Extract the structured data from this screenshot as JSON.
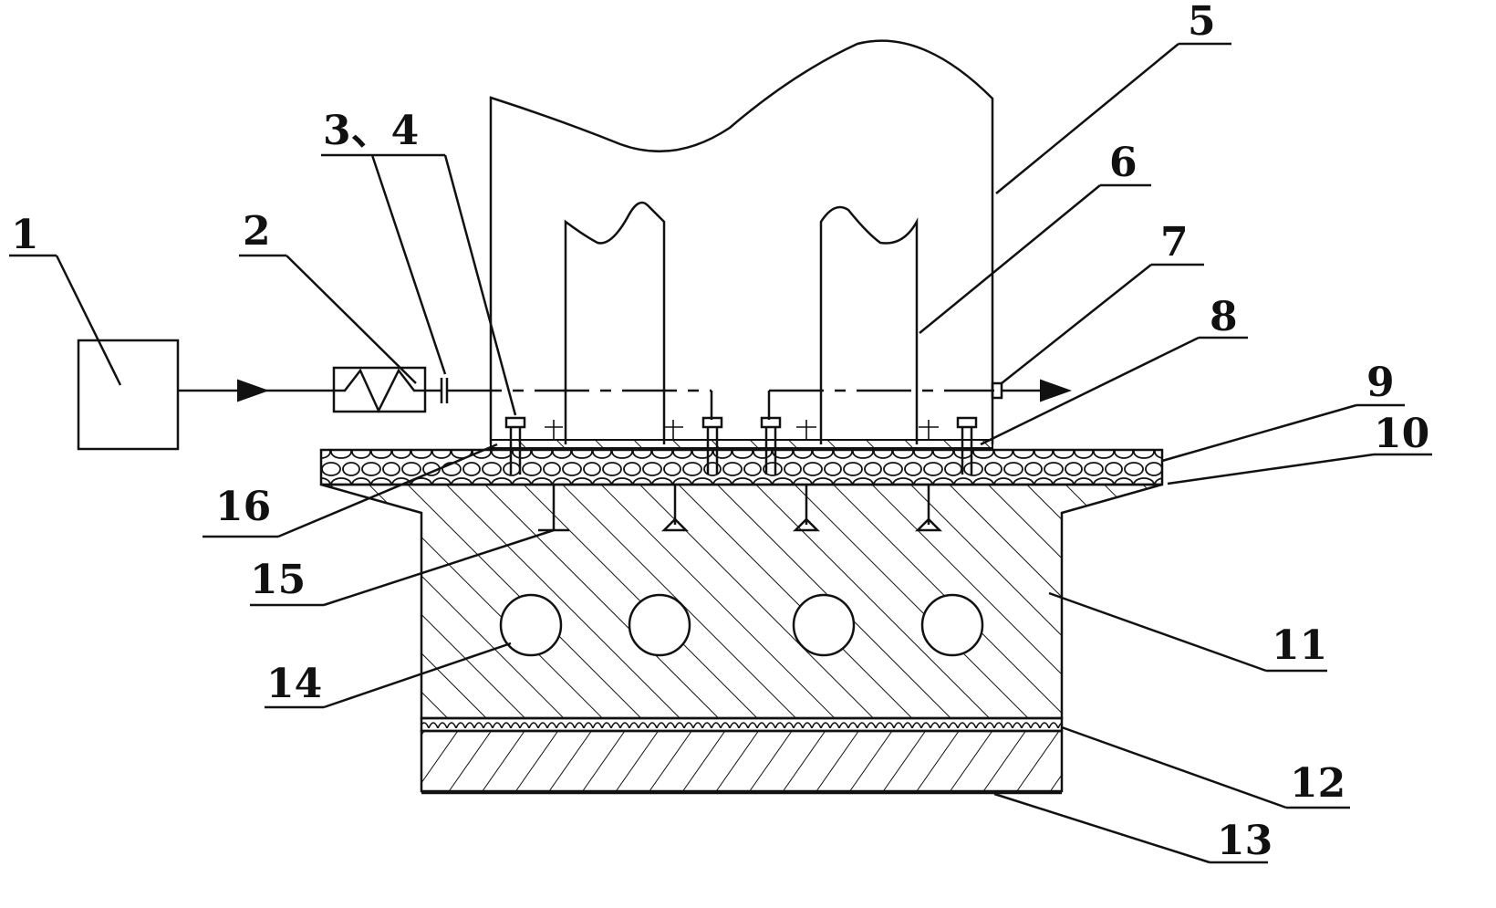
{
  "labels": {
    "l1": "1",
    "l2": "2",
    "l3_4": "3、4",
    "l5": "5",
    "l6": "6",
    "l7": "7",
    "l8": "8",
    "l9": "9",
    "l10": "10",
    "l11": "11",
    "l12": "12",
    "l13": "13",
    "l14": "14",
    "l15": "15",
    "l16": "16"
  }
}
